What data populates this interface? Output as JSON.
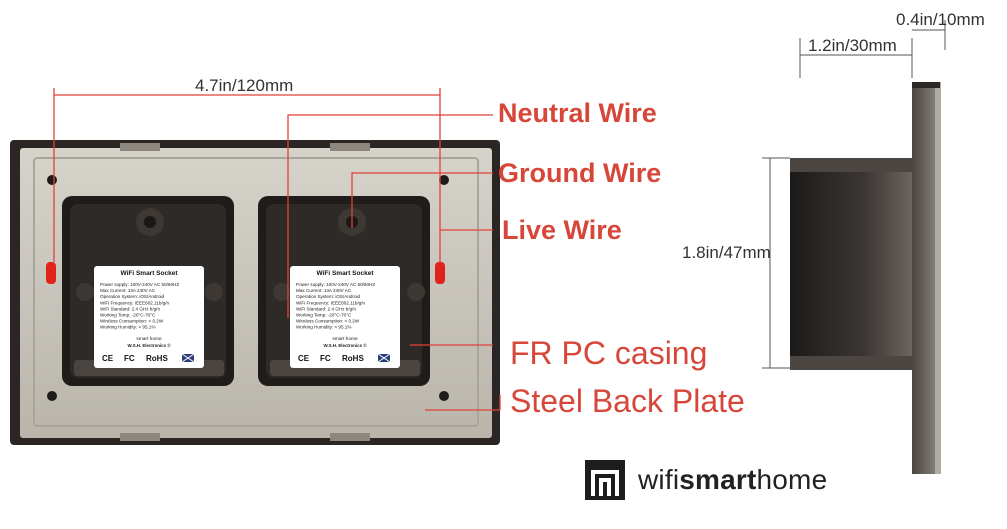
{
  "dimensions": {
    "width": "4.7in/120mm",
    "depth": "1.2in/30mm",
    "thickness": "0.4in/10mm",
    "height": "1.8in/47mm"
  },
  "callouts": {
    "neutral": "Neutral Wire",
    "ground": "Ground Wire",
    "live": "Live Wire",
    "casing": "FR PC casing",
    "plate": "Steel Back Plate"
  },
  "label_card": {
    "title": "WiFi Smart Socket",
    "lines": [
      "Power supply: 100V-240V AC 50/60HZ",
      "Max Current: 13A  240V AC",
      "Operation System: iOS/Android",
      "WiFi Frequency: IEEE802.11b/g/n",
      "WiFi Standard: 2.4 GHz b/g/n",
      "Working Temp: -20°C-70°C",
      "Wireless Consumption: < 0.2W",
      "Working Humidity: < 95.1%"
    ],
    "brand_line": "smart home",
    "maker": "W.S.H. Electronics ©",
    "marks": [
      "CE",
      "FC",
      "RoHS"
    ]
  },
  "logo": {
    "prefix": "wifi",
    "bold": "smart",
    "suffix": "home"
  },
  "colors": {
    "callout": "#d6473a",
    "leader": "#e0423a",
    "frame": "#2a2522",
    "plate": "#c9c5bc"
  }
}
